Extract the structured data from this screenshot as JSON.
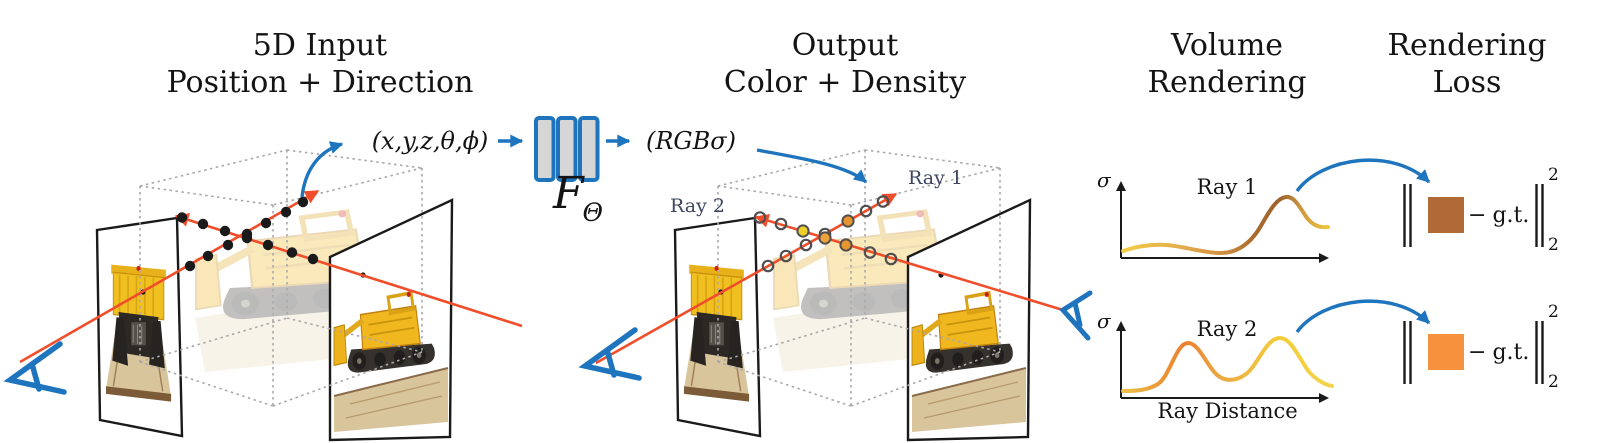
{
  "headers": [
    {
      "line1": "5D Input",
      "line2": "Position + Direction"
    },
    {
      "line1": "Output",
      "line2": "Color + Density"
    },
    {
      "line1": "Volume",
      "line2": "Rendering"
    },
    {
      "line1": "Rendering",
      "line2": "Loss"
    }
  ],
  "network": {
    "input_label": "(x,y,z,θ,ϕ)",
    "fn": "F",
    "fn_sub": "Θ",
    "output_label": "(RGBσ)"
  },
  "scene_output": {
    "ray1": "Ray 1",
    "ray2": "Ray 2"
  },
  "plots": {
    "sigma": "σ",
    "ray1": "Ray 1",
    "ray2": "Ray 2",
    "xlabel": "Ray Distance"
  },
  "loss": {
    "minus": "−",
    "gt": "g.t.",
    "exponent": "2",
    "subscript": "2",
    "rows": [
      {
        "name": "ray1-loss",
        "color": "#b16936"
      },
      {
        "name": "ray2-loss",
        "color": "#f6923d"
      }
    ]
  },
  "colors": {
    "arrow_blue": "#1e74bd",
    "ray_red": "#f04e2a",
    "mlp_border": "#1e74bd",
    "mlp_fill": "#d6d6d6",
    "sample_yellow": "#f0d02a",
    "sample_orange": "#eda23b",
    "sample_deep_orange": "#e8952e",
    "sample_dot_black": "#1a1a1a",
    "ray_label_blue": "#3c4660"
  },
  "chart_data": [
    {
      "type": "line",
      "title": "Ray 1",
      "ylabel": "σ",
      "xlabel": "Ray Distance",
      "x": [
        0,
        0.1,
        0.21,
        0.33,
        0.46,
        0.55,
        0.62,
        0.67,
        0.72,
        0.79,
        0.84,
        0.9,
        1
      ],
      "y": [
        0.09,
        0.15,
        0.17,
        0.1,
        0.06,
        0.1,
        0.2,
        0.44,
        0.62,
        0.79,
        0.68,
        0.52,
        0.4
      ],
      "line_gradient": [
        "#f2cd45",
        "#aa6a2d",
        "#efc83e"
      ],
      "xlim": [
        0,
        1
      ],
      "ylim": [
        0,
        1
      ],
      "grid": false,
      "legend": "none",
      "note": "density curve along ray 1, values normalized, estimated from figure"
    },
    {
      "type": "line",
      "title": "Ray 2",
      "ylabel": "σ",
      "xlabel": "Ray Distance",
      "x": [
        0,
        0.17,
        0.31,
        0.46,
        0.59,
        0.75,
        0.89,
        1
      ],
      "y": [
        0.09,
        0.18,
        0.71,
        0.27,
        0.31,
        0.77,
        0.32,
        0.15
      ],
      "line_gradient": [
        "#ecc24a",
        "#ec7f2e",
        "#edbc41",
        "#f2cc38"
      ],
      "xlim": [
        0,
        1
      ],
      "ylim": [
        0,
        1
      ],
      "grid": false,
      "legend": "none",
      "note": "density curve along ray 2, values normalized, estimated from figure"
    }
  ]
}
